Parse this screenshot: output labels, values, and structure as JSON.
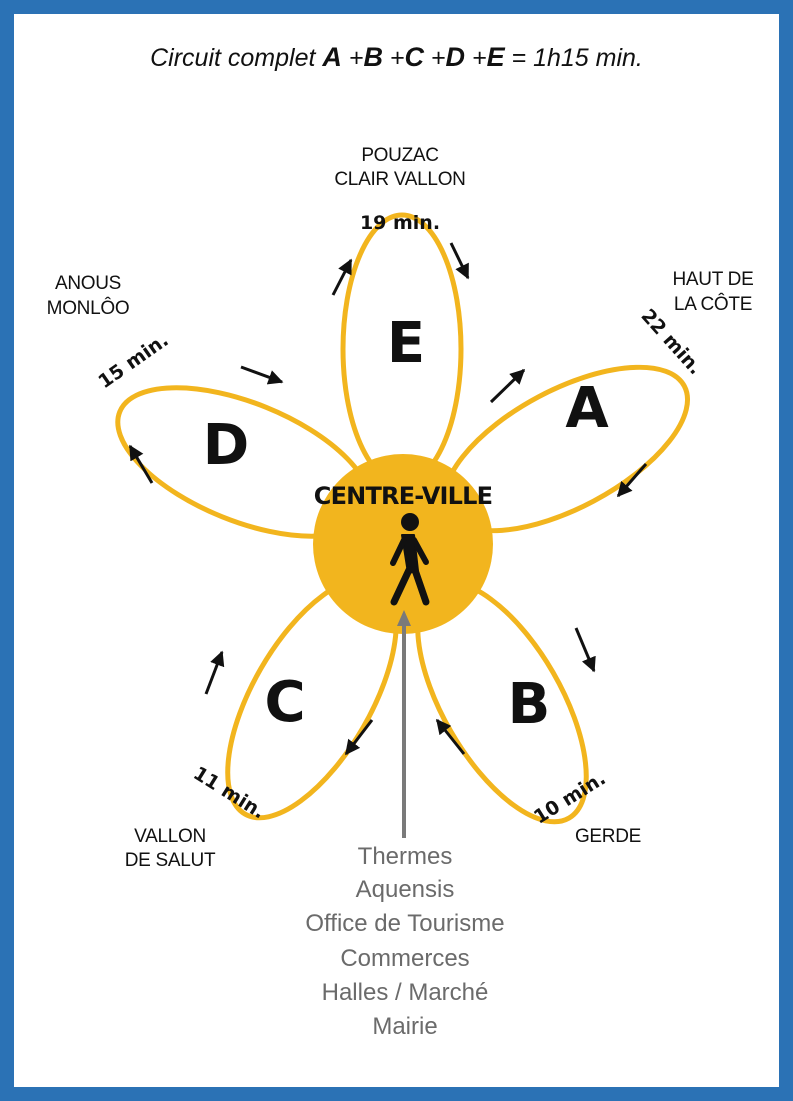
{
  "title": {
    "prefix": "Circuit complet ",
    "letters": [
      "A",
      "B",
      "C",
      "D",
      "E"
    ],
    "operator": " +",
    "suffix": " = 1h15 min."
  },
  "center": {
    "label": "CENTRE-VILLE",
    "icon": "pedestrian-icon"
  },
  "colors": {
    "frame": "#2b72b5",
    "petal": "#f2b51e",
    "text": "#111111",
    "muted": "#6b6b6b"
  },
  "petals": {
    "E": {
      "letter": "E",
      "duration": "19 min.",
      "place": [
        "POUZAC",
        "CLAIR VALLON"
      ]
    },
    "A": {
      "letter": "A",
      "duration": "22 min.",
      "place": [
        "HAUT DE",
        "LA CÔTE"
      ]
    },
    "B": {
      "letter": "B",
      "duration": "10 min.",
      "place": [
        "GERDE"
      ]
    },
    "C": {
      "letter": "C",
      "duration": "11 min.",
      "place": [
        "VALLON",
        "DE SALUT"
      ]
    },
    "D": {
      "letter": "D",
      "duration": "15 min.",
      "place": [
        "ANOUS",
        "MONLÔO"
      ]
    }
  },
  "destinations": [
    "Thermes",
    "Aquensis",
    "Office de Tourisme",
    "Commerces",
    "Halles / Marché",
    "Mairie"
  ]
}
